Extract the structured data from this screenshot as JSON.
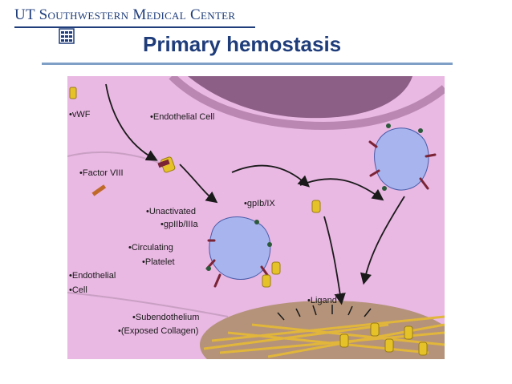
{
  "header": {
    "logo_text": "UT Southwestern Medical Center",
    "title": "Primary hemostasis"
  },
  "labels": {
    "vwf": "•vWF",
    "endothelial_cell_top": "•Endothelial Cell",
    "factor_viii": "•Factor VIII",
    "unactivated": "•Unactivated",
    "gpiib_iiia": "•gpIIb/IIIa",
    "gpib_ix": "•gpIb/IX",
    "circulating": "•Circulating",
    "platelet": "•Platelet",
    "endothelial": "•Endothelial",
    "cell": "•Cell",
    "ligand": "•Ligand",
    "subendothelium": "•Subendothelium",
    "exposed_collagen": "•(Exposed Collagen)"
  },
  "colors": {
    "title": "#1f3d7a",
    "background_tissue": "#e7b6e0",
    "endothelium_top": "#8b5f84",
    "platelet": "#a7b4ee",
    "vwf": "#e6c229",
    "receptor": "#7a2436"
  }
}
